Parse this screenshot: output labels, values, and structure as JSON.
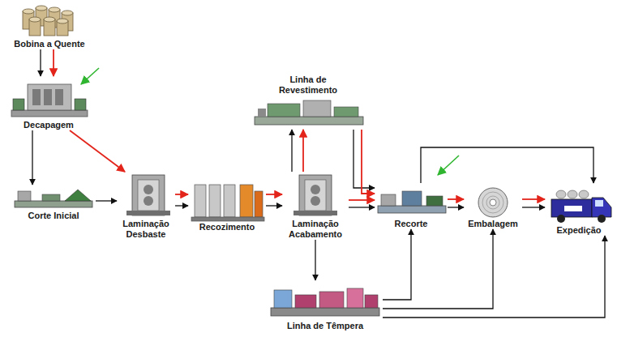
{
  "diagram": {
    "nodes": [
      {
        "text": [
          "Bobina a Quente"
        ]
      },
      {
        "text": [
          "Decapagem"
        ]
      },
      {
        "text": [
          "Corte Inicial"
        ]
      },
      {
        "text": [
          "Laminação Desbaste"
        ]
      },
      {
        "text": [
          "Recozimento"
        ]
      },
      {
        "text": [
          "Linha de Revestimento"
        ]
      },
      {
        "text": [
          "Laminação Acabamento"
        ]
      },
      {
        "text": [
          "Recorte"
        ]
      },
      {
        "text": [
          "Embalagem"
        ]
      },
      {
        "text": [
          "Expedição"
        ]
      },
      {
        "text": [
          "Linha de Têmpera"
        ]
      }
    ],
    "edges": [
      {
        "from": 0,
        "to": 1,
        "arrow": "to"
      },
      {
        "from": 0,
        "to": 1,
        "arrow": "to"
      },
      {
        "from": 1,
        "to": 2,
        "arrow": "to"
      },
      {
        "from": 1,
        "to": 3,
        "arrow": "to"
      },
      {
        "from": 2,
        "to": 3,
        "arrow": "to"
      },
      {
        "from": 3,
        "to": 4,
        "arrow": "to"
      },
      {
        "from": 3,
        "to": 4,
        "arrow": "to"
      },
      {
        "from": 4,
        "to": 6,
        "arrow": "to"
      },
      {
        "from": 4,
        "to": 6,
        "arrow": "to"
      },
      {
        "from": 6,
        "to": 5,
        "arrow": "to"
      },
      {
        "from": 6,
        "to": 5,
        "arrow": "to"
      },
      {
        "from": 5,
        "to": 7,
        "arrow": "to"
      },
      {
        "from": 5,
        "to": 7,
        "arrow": "to"
      },
      {
        "from": 6,
        "to": 7,
        "arrow": "to"
      },
      {
        "from": 6,
        "to": 7,
        "arrow": "to"
      },
      {
        "from": 6,
        "to": 10,
        "arrow": "to"
      },
      {
        "from": 7,
        "to": 8,
        "arrow": "to"
      },
      {
        "from": 7,
        "to": 8,
        "arrow": "to"
      },
      {
        "from": 8,
        "to": 9,
        "arrow": "to"
      },
      {
        "from": 8,
        "to": 9,
        "arrow": "to"
      },
      {
        "from": 7,
        "to": 9,
        "arrow": "to"
      },
      {
        "from": 10,
        "to": 7,
        "arrow": "to"
      },
      {
        "from": 10,
        "to": 8,
        "arrow": "to"
      },
      {
        "from": 10,
        "to": 9,
        "arrow": "to"
      }
    ]
  }
}
